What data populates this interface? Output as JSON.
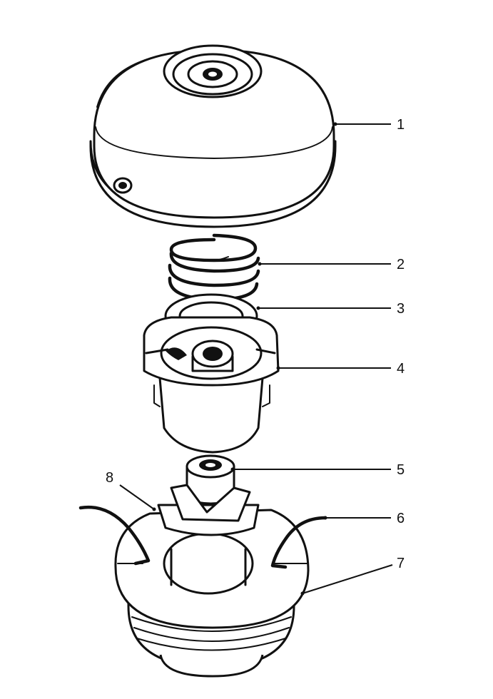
{
  "diagram": {
    "callouts": [
      {
        "id": "1",
        "label": "1"
      },
      {
        "id": "2",
        "label": "2"
      },
      {
        "id": "3",
        "label": "3"
      },
      {
        "id": "4",
        "label": "4"
      },
      {
        "id": "5",
        "label": "5"
      },
      {
        "id": "6",
        "label": "6"
      },
      {
        "id": "7",
        "label": "7"
      },
      {
        "id": "8",
        "label": "8"
      }
    ],
    "ink_color": "#111111",
    "background_color": "#ffffff"
  }
}
